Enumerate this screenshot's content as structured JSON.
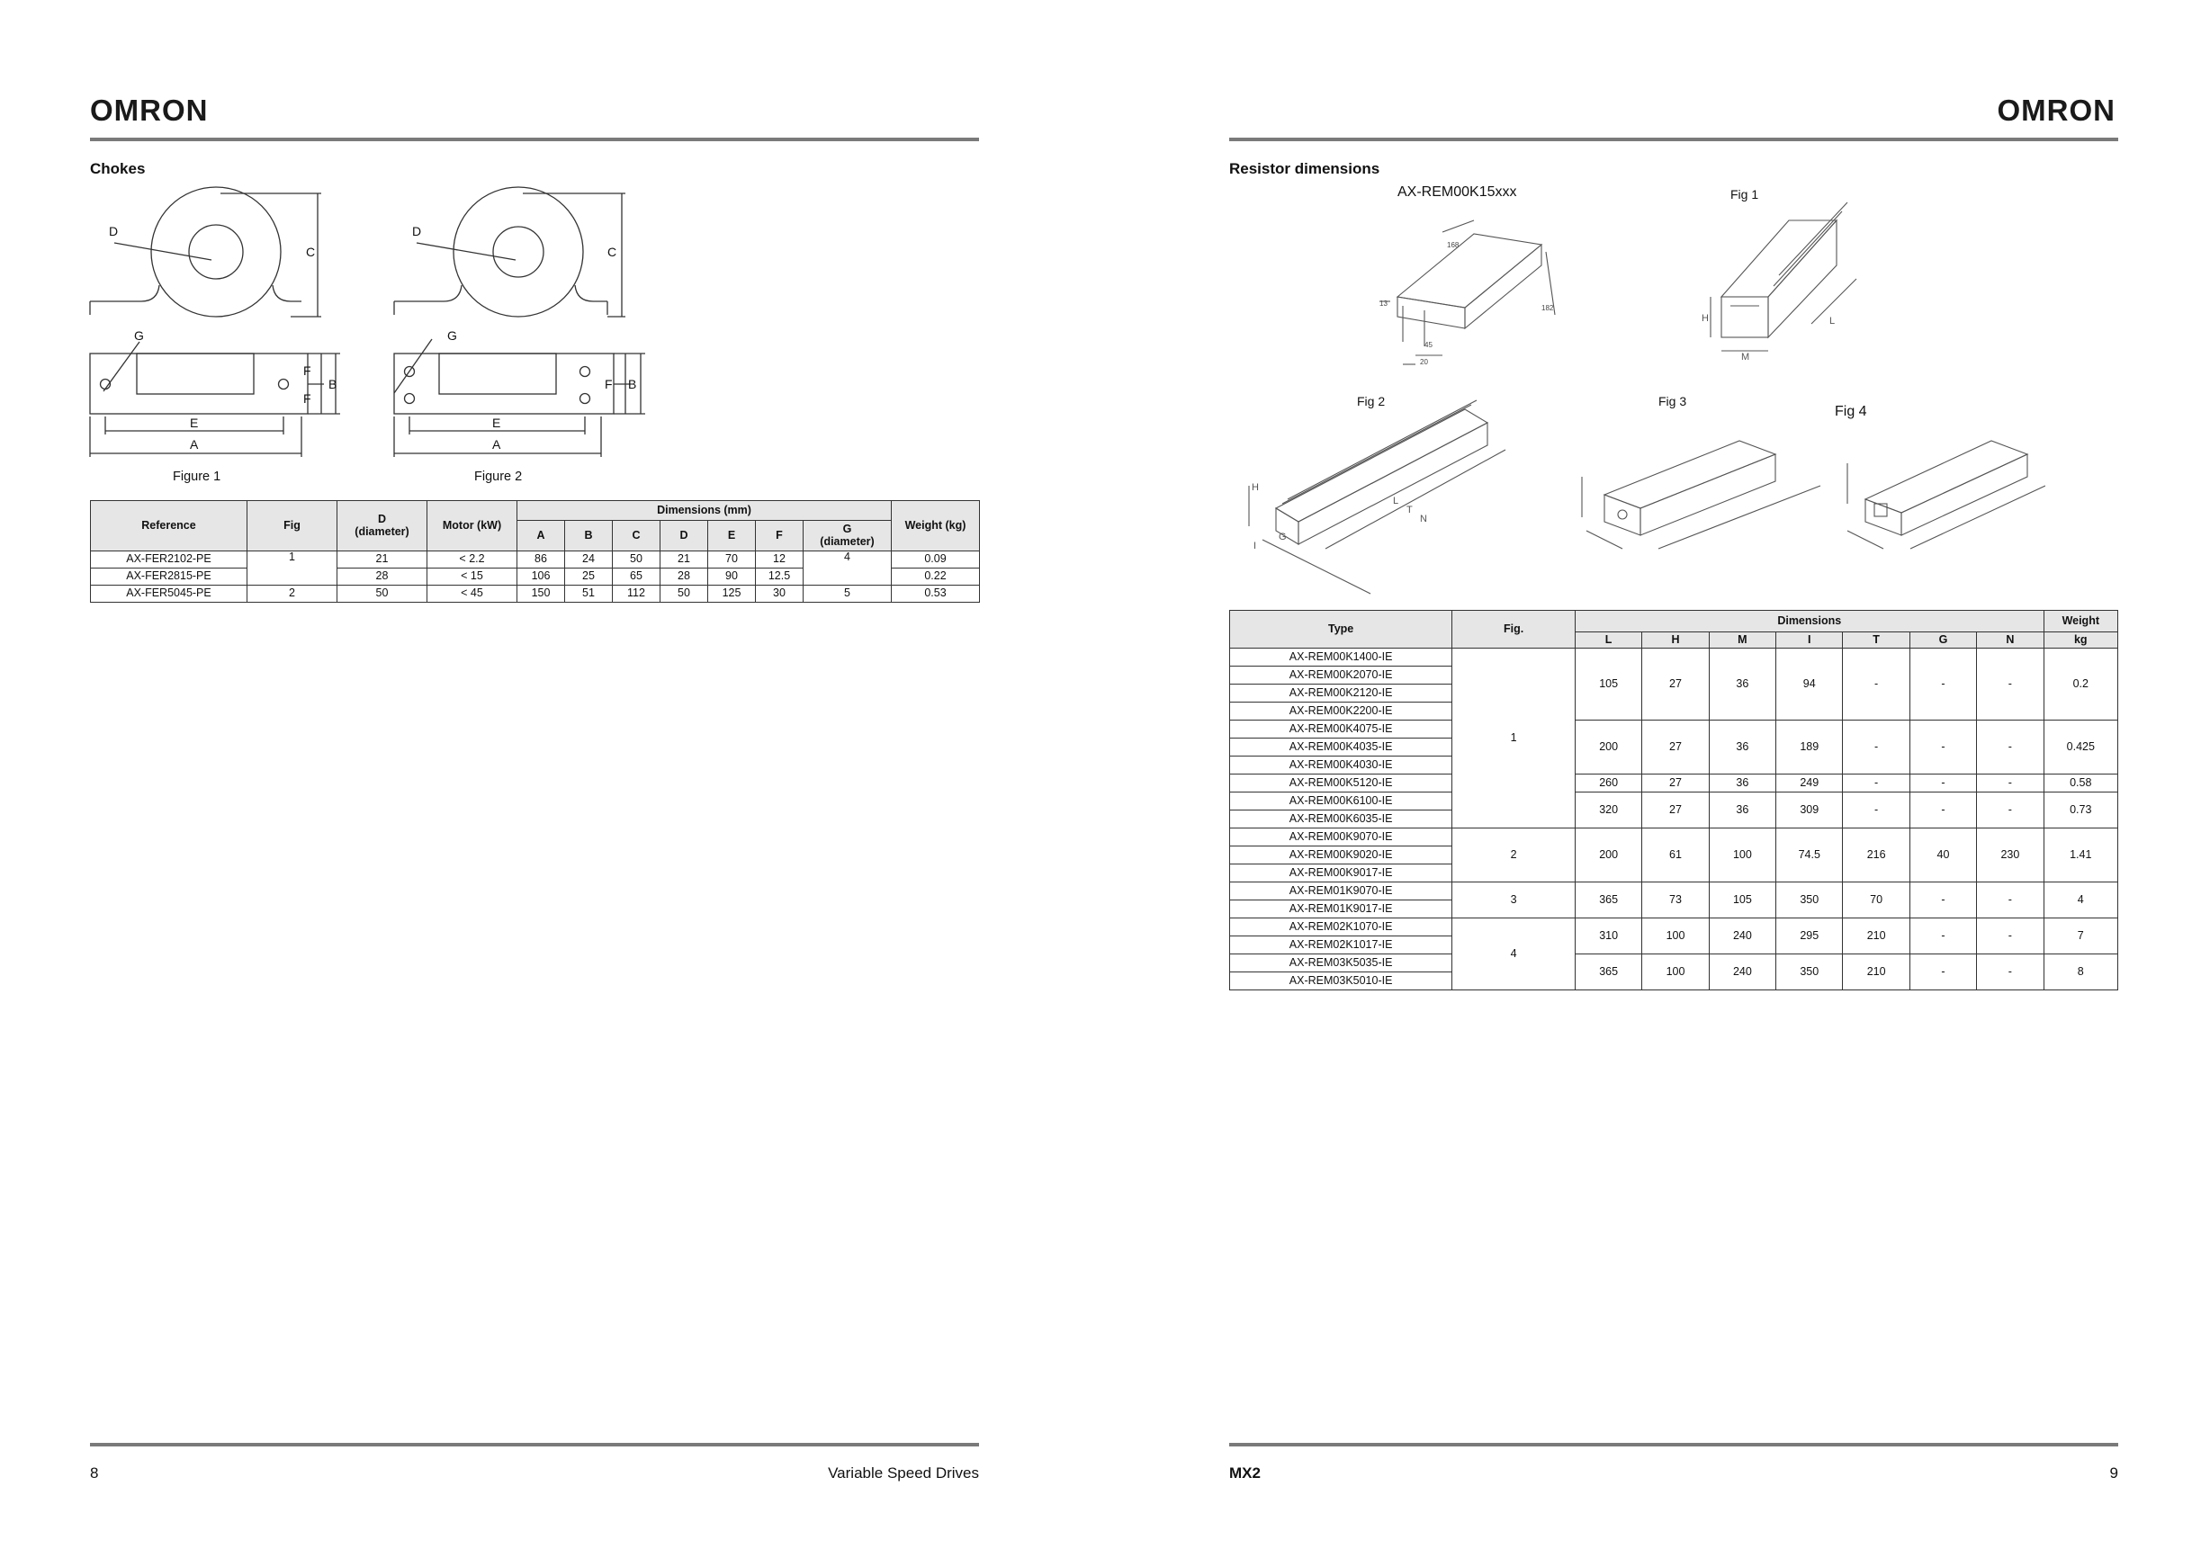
{
  "left_page": {
    "brand": "OMRON",
    "section_title": "Chokes",
    "figures": {
      "figure1": {
        "caption": "Figure 1",
        "labels": {
          "D": "D",
          "C": "C",
          "G": "G",
          "F1": "F",
          "F2": "F",
          "B": "B",
          "E": "E",
          "A": "A"
        }
      },
      "figure2": {
        "caption": "Figure 2",
        "labels": {
          "D": "D",
          "C": "C",
          "G": "G",
          "F": "F",
          "B": "B",
          "E": "E",
          "A": "A"
        }
      }
    },
    "table": {
      "headers": {
        "reference": "Reference",
        "fig": "Fig",
        "d": "D\n(diameter)",
        "motor": "Motor (kW)",
        "dimensions": "Dimensions (mm)",
        "dim_cols": [
          "A",
          "B",
          "C",
          "D",
          "E",
          "F",
          "G\n(diameter)"
        ],
        "weight": "Weight (kg)"
      },
      "rows": [
        {
          "reference": "AX-FER2102-PE",
          "fig": "1",
          "d": "21",
          "motor": "< 2.2",
          "A": "86",
          "B": "24",
          "C": "50",
          "D": "21",
          "E": "70",
          "F": "12",
          "G": "4",
          "weight": "0.09"
        },
        {
          "reference": "AX-FER2815-PE",
          "fig": "",
          "d": "28",
          "motor": "< 15",
          "A": "106",
          "B": "25",
          "C": "65",
          "D": "28",
          "E": "90",
          "F": "12.5",
          "G": "",
          "weight": "0.22"
        },
        {
          "reference": "AX-FER5045-PE",
          "fig": "2",
          "d": "50",
          "motor": "< 45",
          "A": "150",
          "B": "51",
          "C": "112",
          "D": "50",
          "E": "125",
          "F": "30",
          "G": "5",
          "weight": "0.53"
        }
      ]
    },
    "footer": {
      "page_number": "8",
      "title": "Variable Speed Drives"
    }
  },
  "right_page": {
    "brand": "OMRON",
    "section_title": "Resistor dimensions",
    "figures": {
      "model_label": "AX-REM00K15xxx",
      "model_dims": {
        "d168": "168",
        "d13": "13",
        "d182": "182",
        "d45": "45",
        "d20": "20"
      },
      "fig1": "Fig 1",
      "fig1_labels": {
        "H": "H",
        "M": "M",
        "L": "L"
      },
      "fig2": "Fig 2",
      "fig2_labels": {
        "H": "H",
        "L": "L",
        "T": "T",
        "N": "N",
        "I": "I",
        "G": "G"
      },
      "fig3": "Fig 3",
      "fig4": "Fig 4"
    },
    "table": {
      "headers": {
        "type": "Type",
        "fig": "Fig.",
        "dimensions": "Dimensions",
        "weight": "Weight",
        "dim_cols": [
          "L",
          "H",
          "M",
          "I",
          "T",
          "G",
          "N"
        ],
        "weight_unit": "kg"
      },
      "types": [
        "AX-REM00K1400-IE",
        "AX-REM00K2070-IE",
        "AX-REM00K2120-IE",
        "AX-REM00K2200-IE",
        "AX-REM00K4075-IE",
        "AX-REM00K4035-IE",
        "AX-REM00K4030-IE",
        "AX-REM00K5120-IE",
        "AX-REM00K6100-IE",
        "AX-REM00K6035-IE",
        "AX-REM00K9070-IE",
        "AX-REM00K9020-IE",
        "AX-REM00K9017-IE",
        "AX-REM01K9070-IE",
        "AX-REM01K9017-IE",
        "AX-REM02K1070-IE",
        "AX-REM02K1017-IE",
        "AX-REM03K5035-IE",
        "AX-REM03K5010-IE"
      ],
      "fig_groups": [
        "1",
        "2",
        "3",
        "4"
      ],
      "dim_groups": [
        {
          "L": "105",
          "H": "27",
          "M": "36",
          "I": "94",
          "T": "-",
          "G": "-",
          "N": "-",
          "weight": "0.2"
        },
        {
          "L": "200",
          "H": "27",
          "M": "36",
          "I": "189",
          "T": "-",
          "G": "-",
          "N": "-",
          "weight": "0.425"
        },
        {
          "L": "260",
          "H": "27",
          "M": "36",
          "I": "249",
          "T": "-",
          "G": "-",
          "N": "-",
          "weight": "0.58"
        },
        {
          "L": "320",
          "H": "27",
          "M": "36",
          "I": "309",
          "T": "-",
          "G": "-",
          "N": "-",
          "weight": "0.73"
        },
        {
          "L": "200",
          "H": "61",
          "M": "100",
          "I": "74.5",
          "T": "216",
          "G": "40",
          "N": "230",
          "weight": "1.41"
        },
        {
          "L": "365",
          "H": "73",
          "M": "105",
          "I": "350",
          "T": "70",
          "G": "-",
          "N": "-",
          "weight": "4"
        },
        {
          "L": "310",
          "H": "100",
          "M": "240",
          "I": "295",
          "T": "210",
          "G": "-",
          "N": "-",
          "weight": "7"
        },
        {
          "L": "365",
          "H": "100",
          "M": "240",
          "I": "350",
          "T": "210",
          "G": "-",
          "N": "-",
          "weight": "8"
        }
      ]
    },
    "footer": {
      "left": "MX2",
      "page_number": "9"
    }
  }
}
